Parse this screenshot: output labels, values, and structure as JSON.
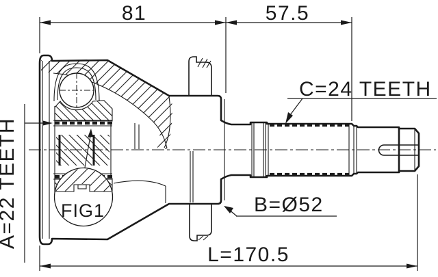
{
  "drawing": {
    "description": "CV joint outer race cross-section technical drawing",
    "colors": {
      "line": "#1a1a1a",
      "background": "#ffffff"
    },
    "dimensions": {
      "top_left_width": "81",
      "top_right_width": "57.5",
      "overall_length": "L=170.5",
      "spline_a": "A=22 TEETH",
      "diameter_b": "B=Ø52",
      "spline_c": "C=24 TEETH",
      "detail_reference": "FIG1"
    }
  }
}
